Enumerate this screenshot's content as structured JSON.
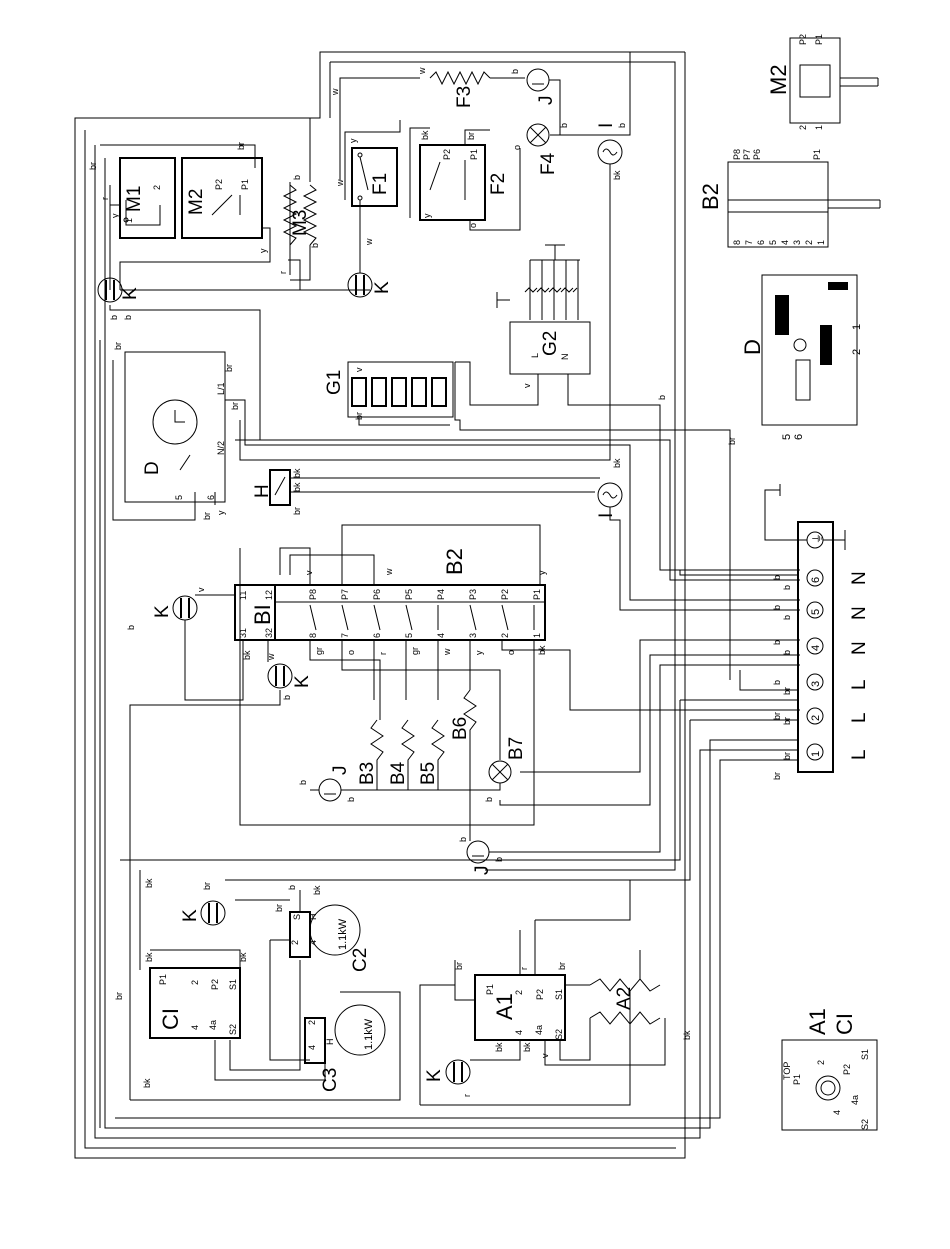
{
  "terminal_block": {
    "terminals": [
      "⏚",
      "6",
      "5",
      "4",
      "3",
      "2",
      "1"
    ],
    "lines": [
      "N",
      "N",
      "N",
      "L",
      "L",
      "L"
    ],
    "wires": [
      [
        "b",
        "b"
      ],
      [
        "b",
        "b"
      ],
      [
        "b",
        "b"
      ],
      [
        "br",
        "b"
      ],
      [
        "br",
        "br"
      ],
      [
        "br",
        "br"
      ]
    ]
  },
  "components": {
    "M1": "M1",
    "M2": "M2",
    "M3": "M3",
    "F1": "F1",
    "F2": "F2",
    "F3": "F3",
    "F4": "F4",
    "G1": "G1",
    "G2": "G2",
    "D": "D",
    "H": "H",
    "B2": "B2",
    "BI": "BI",
    "B3": "B3",
    "B4": "B4",
    "B5": "B5",
    "B6": "B6",
    "B7": "B7",
    "C2": "C2",
    "C3": "C3",
    "CI": "CI",
    "A1": "A1",
    "A2": "A2",
    "K": "K",
    "J": "J",
    "I": "I",
    "C2_power": "1.1kW",
    "C3_power": "1.1kW"
  },
  "wire_codes": {
    "b": "b",
    "br": "br",
    "w": "w",
    "r": "r",
    "y": "y",
    "bk": "bk",
    "v": "v",
    "o": "o",
    "gr": "gr"
  },
  "pins": {
    "P1": "P1",
    "P2": "P2",
    "P3": "P3",
    "P4": "P4",
    "P5": "P5",
    "P6": "P6",
    "P7": "P7",
    "P8": "P8",
    "n1": "1",
    "n2": "2",
    "n3": "3",
    "n4": "4",
    "n5": "5",
    "n6": "6",
    "n7": "7",
    "n8": "8",
    "n11": "11",
    "n12": "12",
    "n31": "31",
    "n32": "32",
    "L": "L",
    "N": "N",
    "L1": "L/1",
    "N2": "N/2",
    "S1": "S1",
    "S2": "S2",
    "n4a": "4a",
    "TOP": "TOP",
    "S": "S",
    "H": "H"
  },
  "legend": {
    "A1": "A1",
    "CI": "CI",
    "B2": "B2",
    "M2": "M2",
    "D": "D",
    "D_pins": [
      "1",
      "2",
      "5",
      "6"
    ],
    "B2_side_pins": [
      "8",
      "7",
      "6",
      "5",
      "4",
      "3",
      "2",
      "1"
    ],
    "B2_top_pins": [
      "P8",
      "P7",
      "P6",
      "P1"
    ],
    "M2_pins": [
      "P2",
      "P1",
      "2",
      "1"
    ],
    "top_pins": [
      "TOP",
      "P1",
      "2",
      "P2",
      "S1",
      "4",
      "4a",
      "S2"
    ]
  }
}
